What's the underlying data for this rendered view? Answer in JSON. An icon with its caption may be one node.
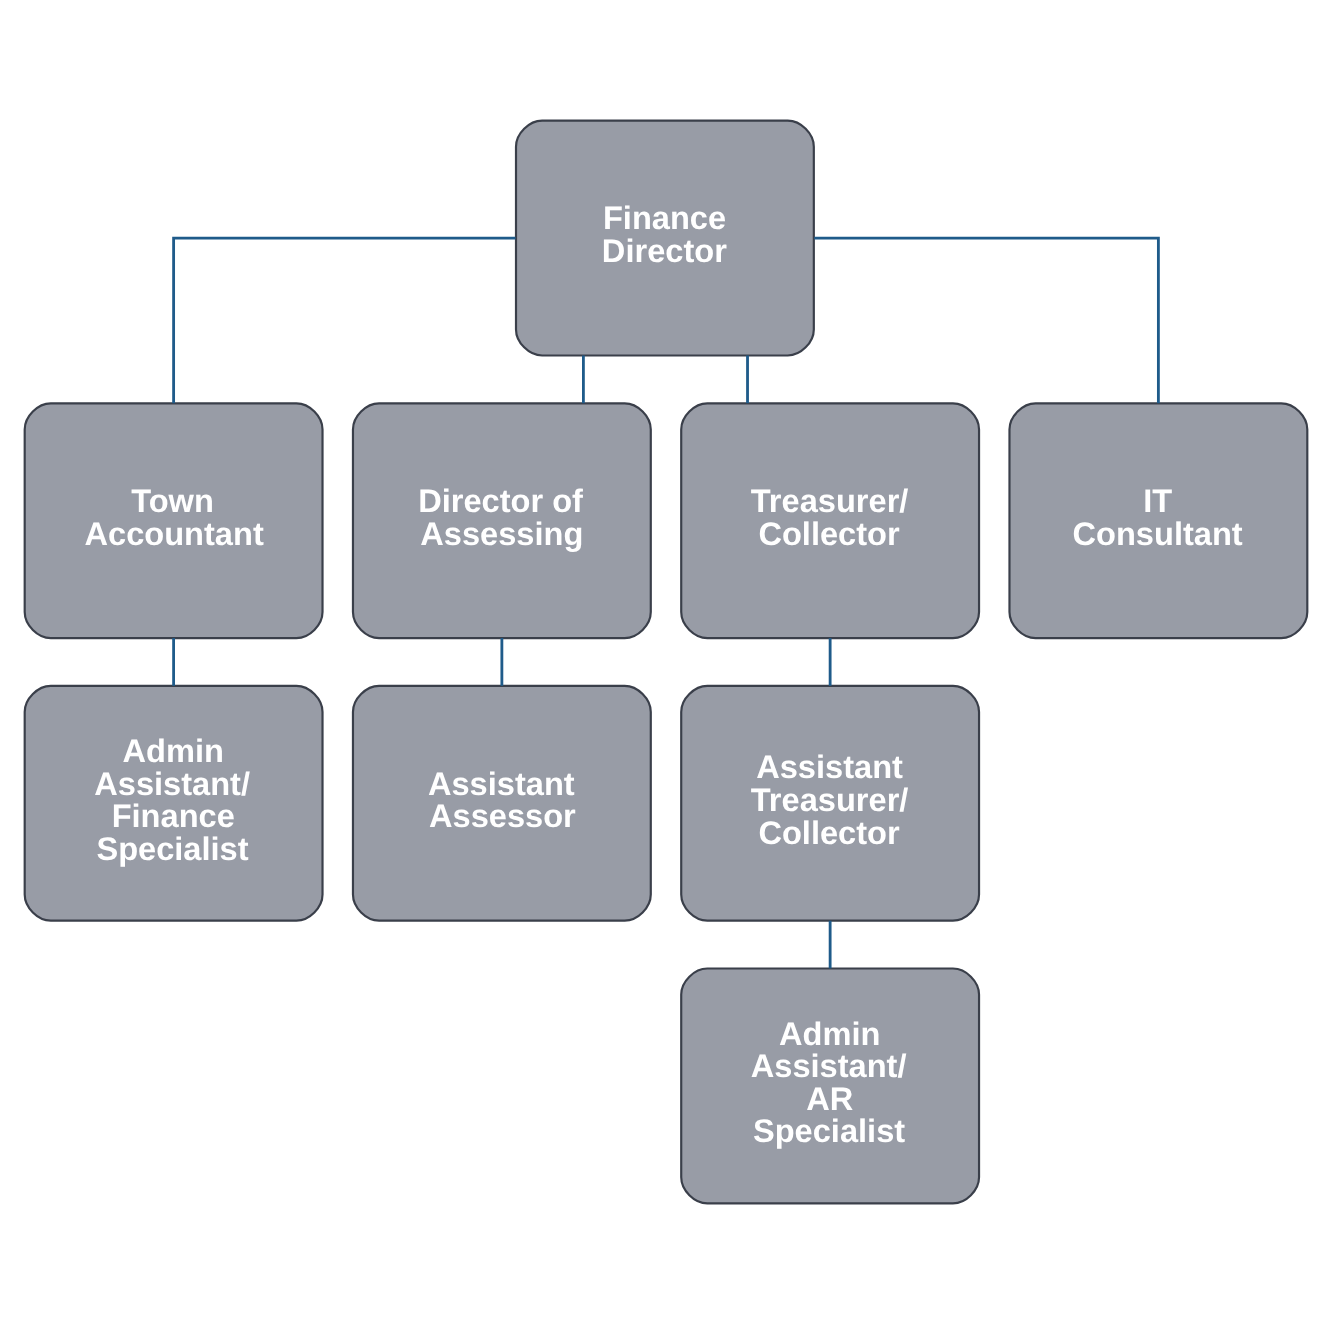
{
  "diagram": {
    "nodes": [
      {
        "text": [
          "Finance Director"
        ]
      },
      {
        "text": [
          "Town Accountant"
        ]
      },
      {
        "text": [
          "Director of Assessing"
        ]
      },
      {
        "text": [
          "Treasurer/ Collector"
        ]
      },
      {
        "text": [
          "IT Consultant"
        ]
      },
      {
        "text": [
          "Admin Assistant/ Finance Specialist"
        ]
      },
      {
        "text": [
          "Assistant Assessor"
        ]
      },
      {
        "text": [
          "Assistant Treasurer/ Collector"
        ]
      },
      {
        "text": [
          "Admin Assistant/ AR Specialist"
        ]
      }
    ],
    "edges": [
      {
        "from": 0,
        "to": 1,
        "arrow": "none"
      },
      {
        "from": 0,
        "to": 2,
        "arrow": "none"
      },
      {
        "from": 0,
        "to": 3,
        "arrow": "none"
      },
      {
        "from": 0,
        "to": 4,
        "arrow": "none"
      },
      {
        "from": 1,
        "to": 5,
        "arrow": "none"
      },
      {
        "from": 2,
        "to": 6,
        "arrow": "none"
      },
      {
        "from": 3,
        "to": 7,
        "arrow": "none"
      },
      {
        "from": 7,
        "to": 8,
        "arrow": "none"
      }
    ]
  }
}
